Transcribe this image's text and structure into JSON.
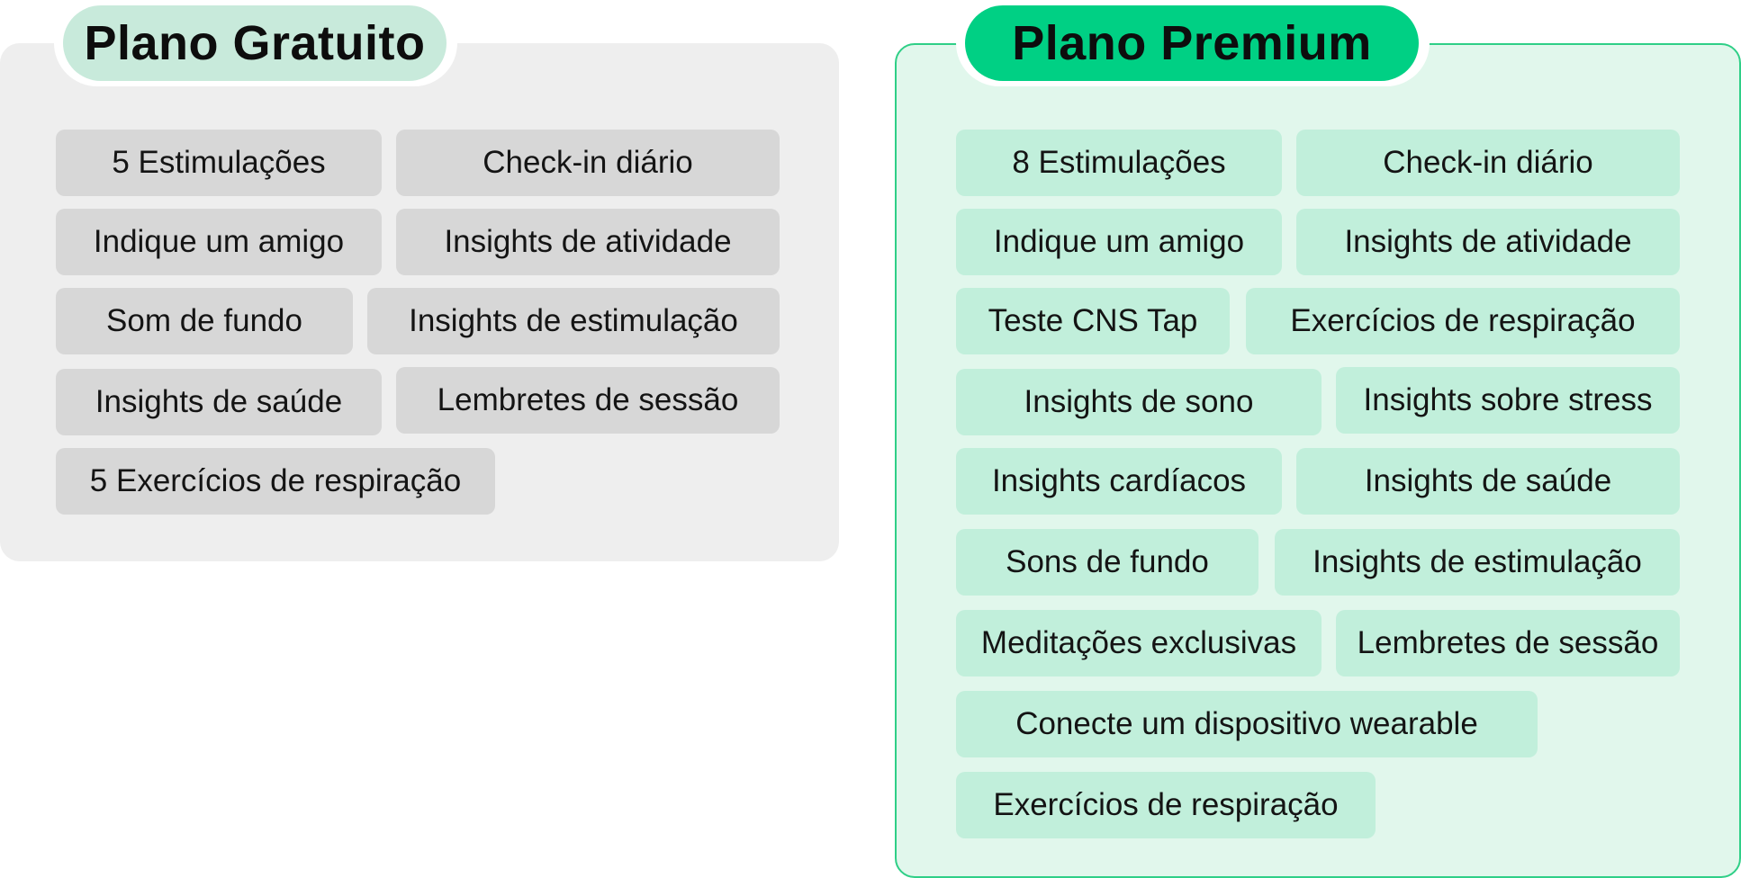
{
  "free_plan": {
    "title": "Plano Gratuito",
    "features": [
      "5 Estimulações",
      "Check-in diário",
      "Indique um amigo",
      "Insights de atividade",
      "Som de fundo",
      "Insights de estimulação",
      "Insights de saúde",
      "Lembretes de sessão",
      "5 Exercícios de respiração"
    ]
  },
  "premium_plan": {
    "title": "Plano Premium",
    "features": [
      "8 Estimulações",
      "Check-in diário",
      "Indique um amigo",
      "Insights de atividade",
      "Teste CNS Tap",
      "Exercícios de respiração",
      "Insights de sono",
      "Insights sobre stress",
      "Insights cardíacos",
      "Insights de saúde",
      "Sons de fundo",
      "Insights de estimulação",
      "Meditações exclusivas",
      "Lembretes de sessão",
      "Conecte um dispositivo wearable",
      "Exercícios de respiração"
    ]
  },
  "colors": {
    "free_card": "#eeeeee",
    "free_chip": "#d7d7d7",
    "free_title_pill": "#c8eadb",
    "premium_card": "#e1f7ec",
    "premium_border": "#2fcf87",
    "premium_chip": "#c1efdb",
    "premium_title_pill": "#00d084"
  }
}
